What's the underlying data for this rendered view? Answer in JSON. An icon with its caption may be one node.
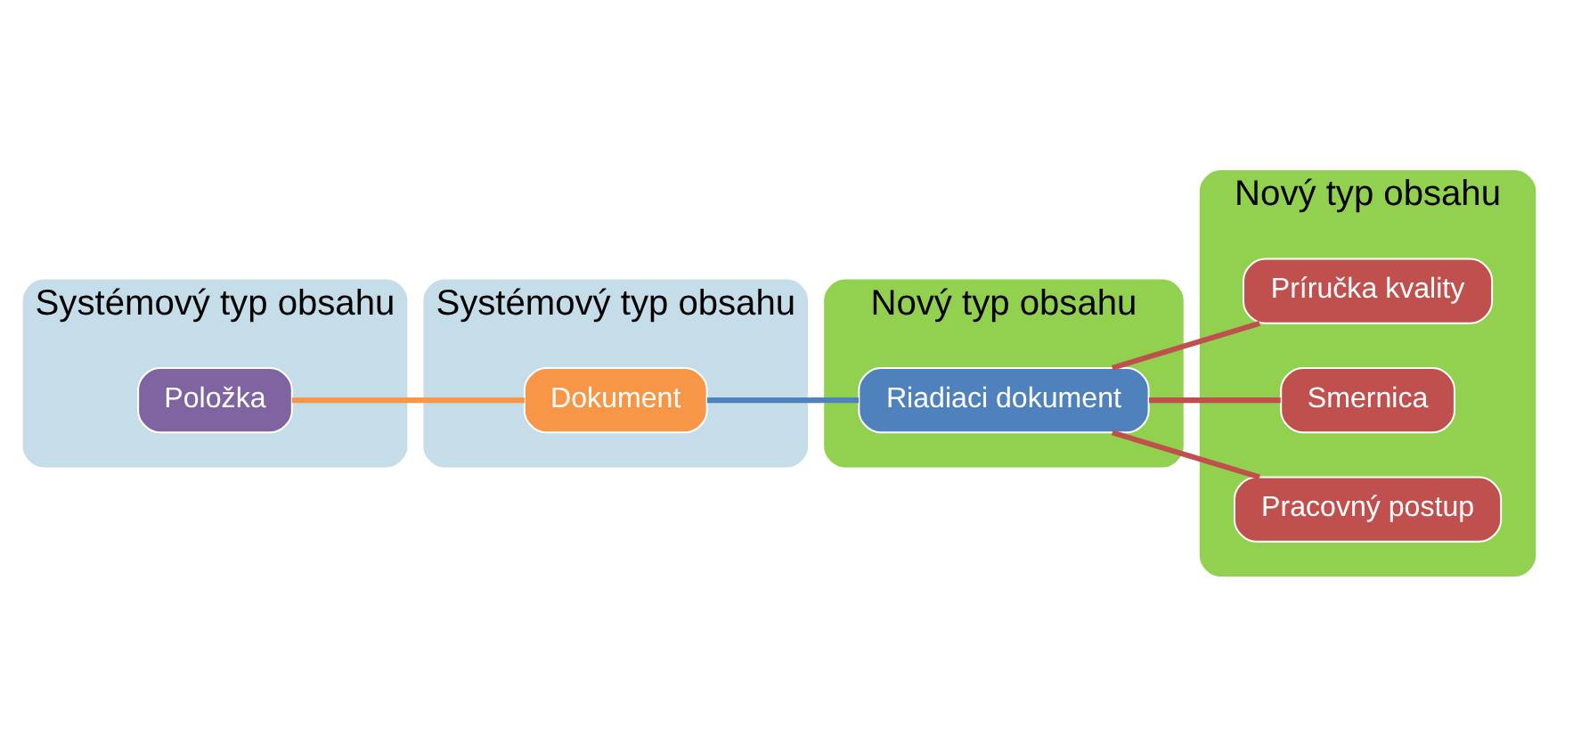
{
  "diagram": {
    "nodes": [
      {
        "text": [
          "Systémový typ obsahu"
        ]
      },
      {
        "text": [
          "Položka"
        ],
        "in": 0
      },
      {
        "text": [
          "Systémový typ obsahu"
        ]
      },
      {
        "text": [
          "Dokument"
        ],
        "in": 2
      },
      {
        "text": [
          "Nový typ obsahu"
        ]
      },
      {
        "text": [
          "Riadiaci dokument"
        ],
        "in": 4
      },
      {
        "text": [
          "Nový typ obsahu"
        ]
      },
      {
        "text": [
          "Príručka kvality"
        ],
        "in": 6
      },
      {
        "text": [
          "Smernica"
        ],
        "in": 6
      },
      {
        "text": [
          "Pracovný postup"
        ],
        "in": 6
      }
    ],
    "edges": [
      {
        "from": 1,
        "to": 3,
        "arrow": "none",
        "color": "#f79646"
      },
      {
        "from": 3,
        "to": 5,
        "arrow": "none",
        "color": "#4f81bd"
      },
      {
        "from": 5,
        "to": 7,
        "arrow": "none"
      },
      {
        "from": 5,
        "to": 8,
        "arrow": "none"
      },
      {
        "from": 5,
        "to": 9,
        "arrow": "none"
      }
    ]
  }
}
